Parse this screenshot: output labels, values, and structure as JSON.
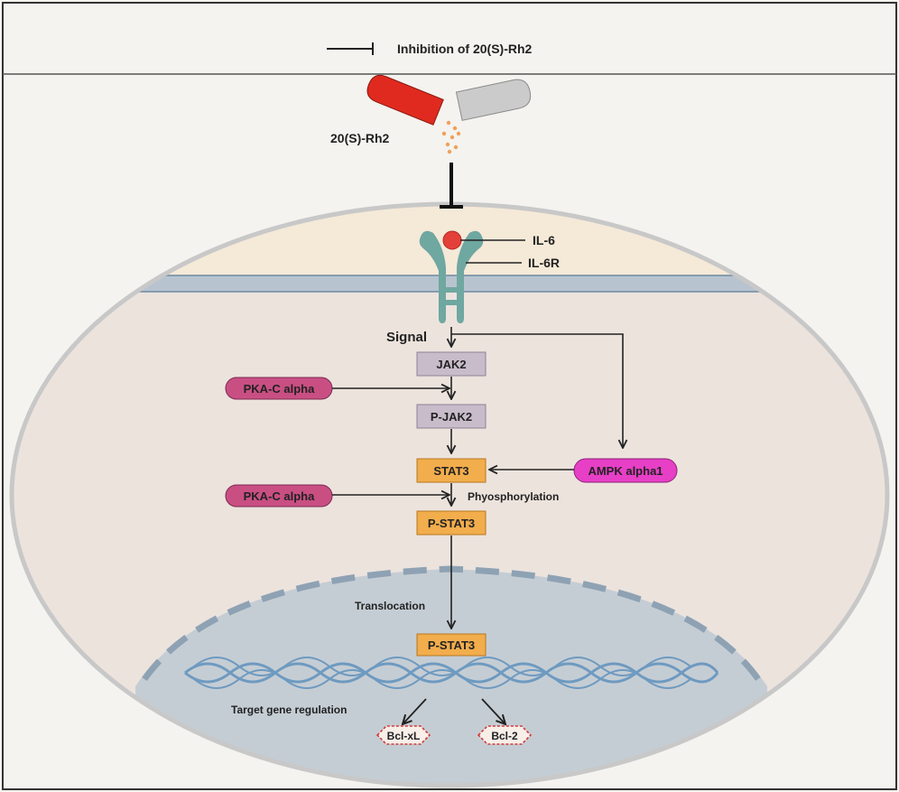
{
  "legend": {
    "inhibition_text": "Inhibition of 20(S)-Rh2"
  },
  "drug": {
    "label": "20(S)-Rh2"
  },
  "receptor": {
    "ligand_label": "IL-6",
    "receptor_label": "IL-6R"
  },
  "pathway": {
    "signal": "Signal",
    "jak2": "JAK2",
    "p_jak2": "P-JAK2",
    "stat3": "STAT3",
    "p_stat3": "P-STAT3",
    "p_stat3_nuclear": "P-STAT3",
    "pka_1": "PKA-C alpha",
    "pka_2": "PKA-C alpha",
    "ampk": "AMPK alpha1",
    "phosphorylation": "Phyosphorylation",
    "translocation": "Translocation",
    "target_regulation": "Target gene regulation",
    "bcl_xl": "Bcl-xL",
    "bcl_2": "Bcl-2"
  },
  "colors": {
    "background": "#f4f3ef",
    "cell_fill": "#ece3dd",
    "extracellular": "#f5e9d8",
    "membrane": "#b7c4cf",
    "nucleus": "#c5cdd4",
    "dna": "#6e9ac0",
    "kinase_box": "#c8bccb",
    "stat_box": "#f2ad4c",
    "pka": "#c94f83",
    "ampk": "#e73fc6",
    "receptor": "#6fa7a1",
    "ligand": "#e4403a",
    "capsule_red": "#e02a1f",
    "capsule_grey": "#cbcbcb",
    "powder": "#f0a05a"
  }
}
